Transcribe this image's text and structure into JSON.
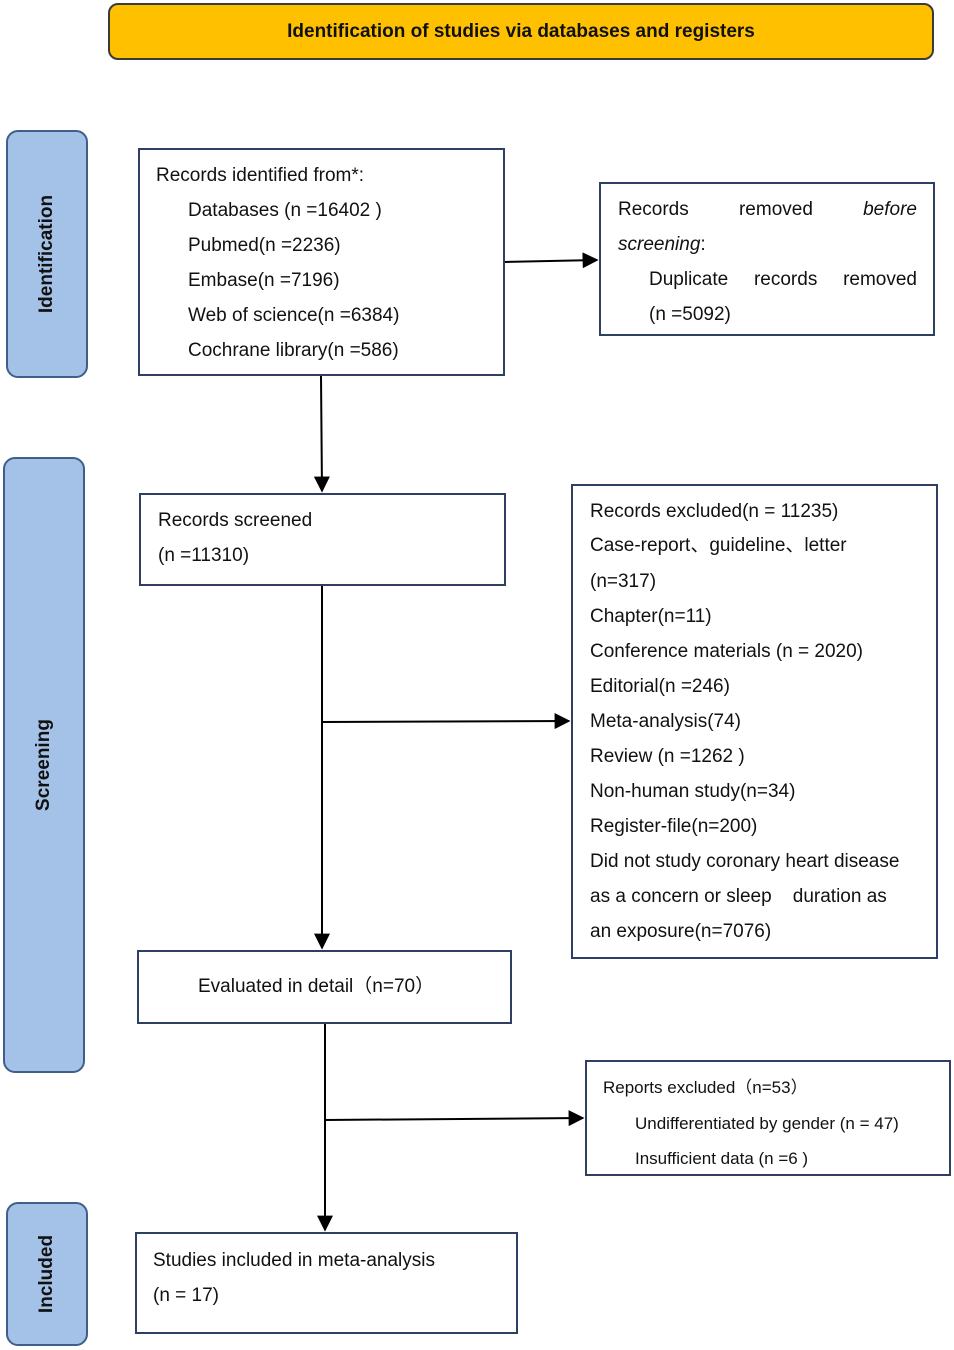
{
  "header": {
    "title": "Identification of studies via databases and registers"
  },
  "phases": {
    "identification": "Identification",
    "screening": "Screening",
    "included": "Included"
  },
  "identified": {
    "title": "Records identified from*:",
    "databases": "Databases (n =16402 )",
    "pubmed": "Pubmed(n =2236)",
    "embase": "Embase(n =7196)",
    "wos": "Web of science(n =6384)",
    "cochrane": "Cochrane library(n =586)"
  },
  "removed": {
    "word1": "Records",
    "word2": "removed",
    "word3": "before",
    "word4": "screening",
    "colon": ":",
    "dup1": "Duplicate",
    "dup2": "records",
    "dup3": "removed",
    "count": "(n =5092)"
  },
  "screened": {
    "title": "Records screened",
    "count": "(n =11310)"
  },
  "excluded": {
    "title": "Records excluded(n = 11235)",
    "case_report": "Case-report、guideline、letter",
    "case_report_n": "(n=317)",
    "chapter": "Chapter(n=11)",
    "conference": "Conference materials (n = 2020)",
    "editorial": "Editorial(n =246)",
    "meta": "Meta-analysis(74)",
    "review": "Review (n =1262 )",
    "nonhuman": "Non-human study(n=34)",
    "register": "Register-file(n=200)",
    "chd_line1": "Did not study coronary heart disease",
    "chd_line2": "as a concern or sleep    duration as",
    "chd_line3": "an exposure(n=7076)"
  },
  "evaluated": {
    "label": "Evaluated in detail（n=70）"
  },
  "reports_excluded": {
    "title": "Reports excluded（n=53）",
    "gender": "Undifferentiated by gender (n = 47)",
    "insufficient": "Insufficient data (n =6 )"
  },
  "included": {
    "title": "Studies included in meta-analysis",
    "count": "(n = 17)"
  },
  "colors": {
    "header_fill": "#FFC000",
    "phase_fill": "#A4C2E8",
    "phase_border": "#3e5f8a",
    "box_border": "#2f3f63"
  }
}
